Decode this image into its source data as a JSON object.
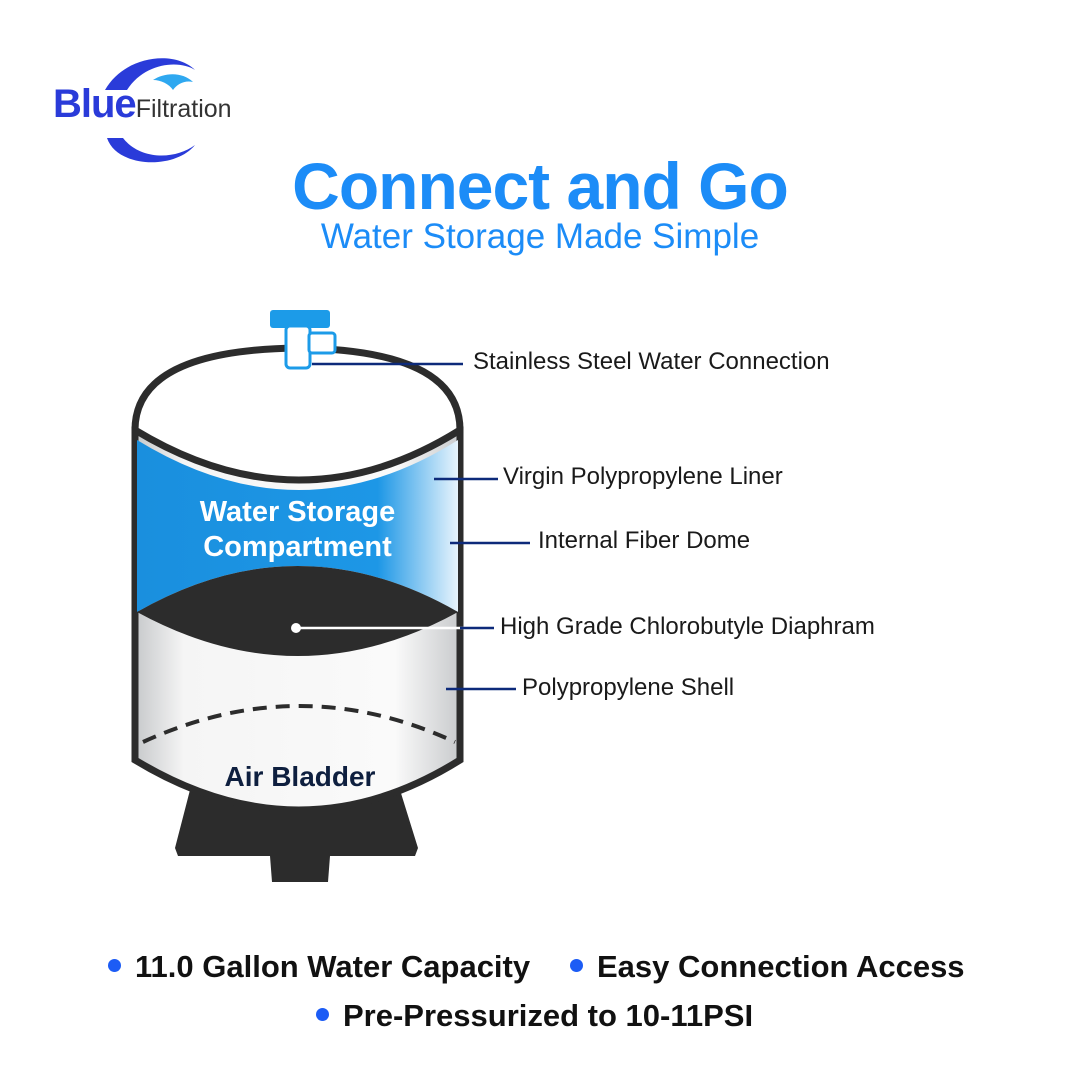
{
  "brand": {
    "logo_blue": "Blue",
    "logo_filtration": "Filtration"
  },
  "headline": {
    "title": "Connect and Go",
    "subtitle": "Water Storage Made Simple"
  },
  "tank": {
    "water_label": "Water Storage Compartment",
    "air_label": "Air Bladder"
  },
  "callouts": [
    "Stainless Steel Water Connection",
    "Virgin Polypropylene Liner",
    "Internal Fiber Dome",
    "High Grade Chlorobutyle Diaphram",
    "Polypropylene Shell"
  ],
  "features": [
    "11.0 Gallon Water Capacity",
    "Easy Connection Access",
    "Pre-Pressurized to 10-11PSI"
  ],
  "colors": {
    "brand_blue": "#2a3bd9",
    "headline_blue": "#1c8cf7",
    "water_blue": "#1a8fde",
    "diaphragm": "#2c2c2c",
    "leader_line": "#0d2a7a",
    "bullet": "#1c5cf5"
  }
}
